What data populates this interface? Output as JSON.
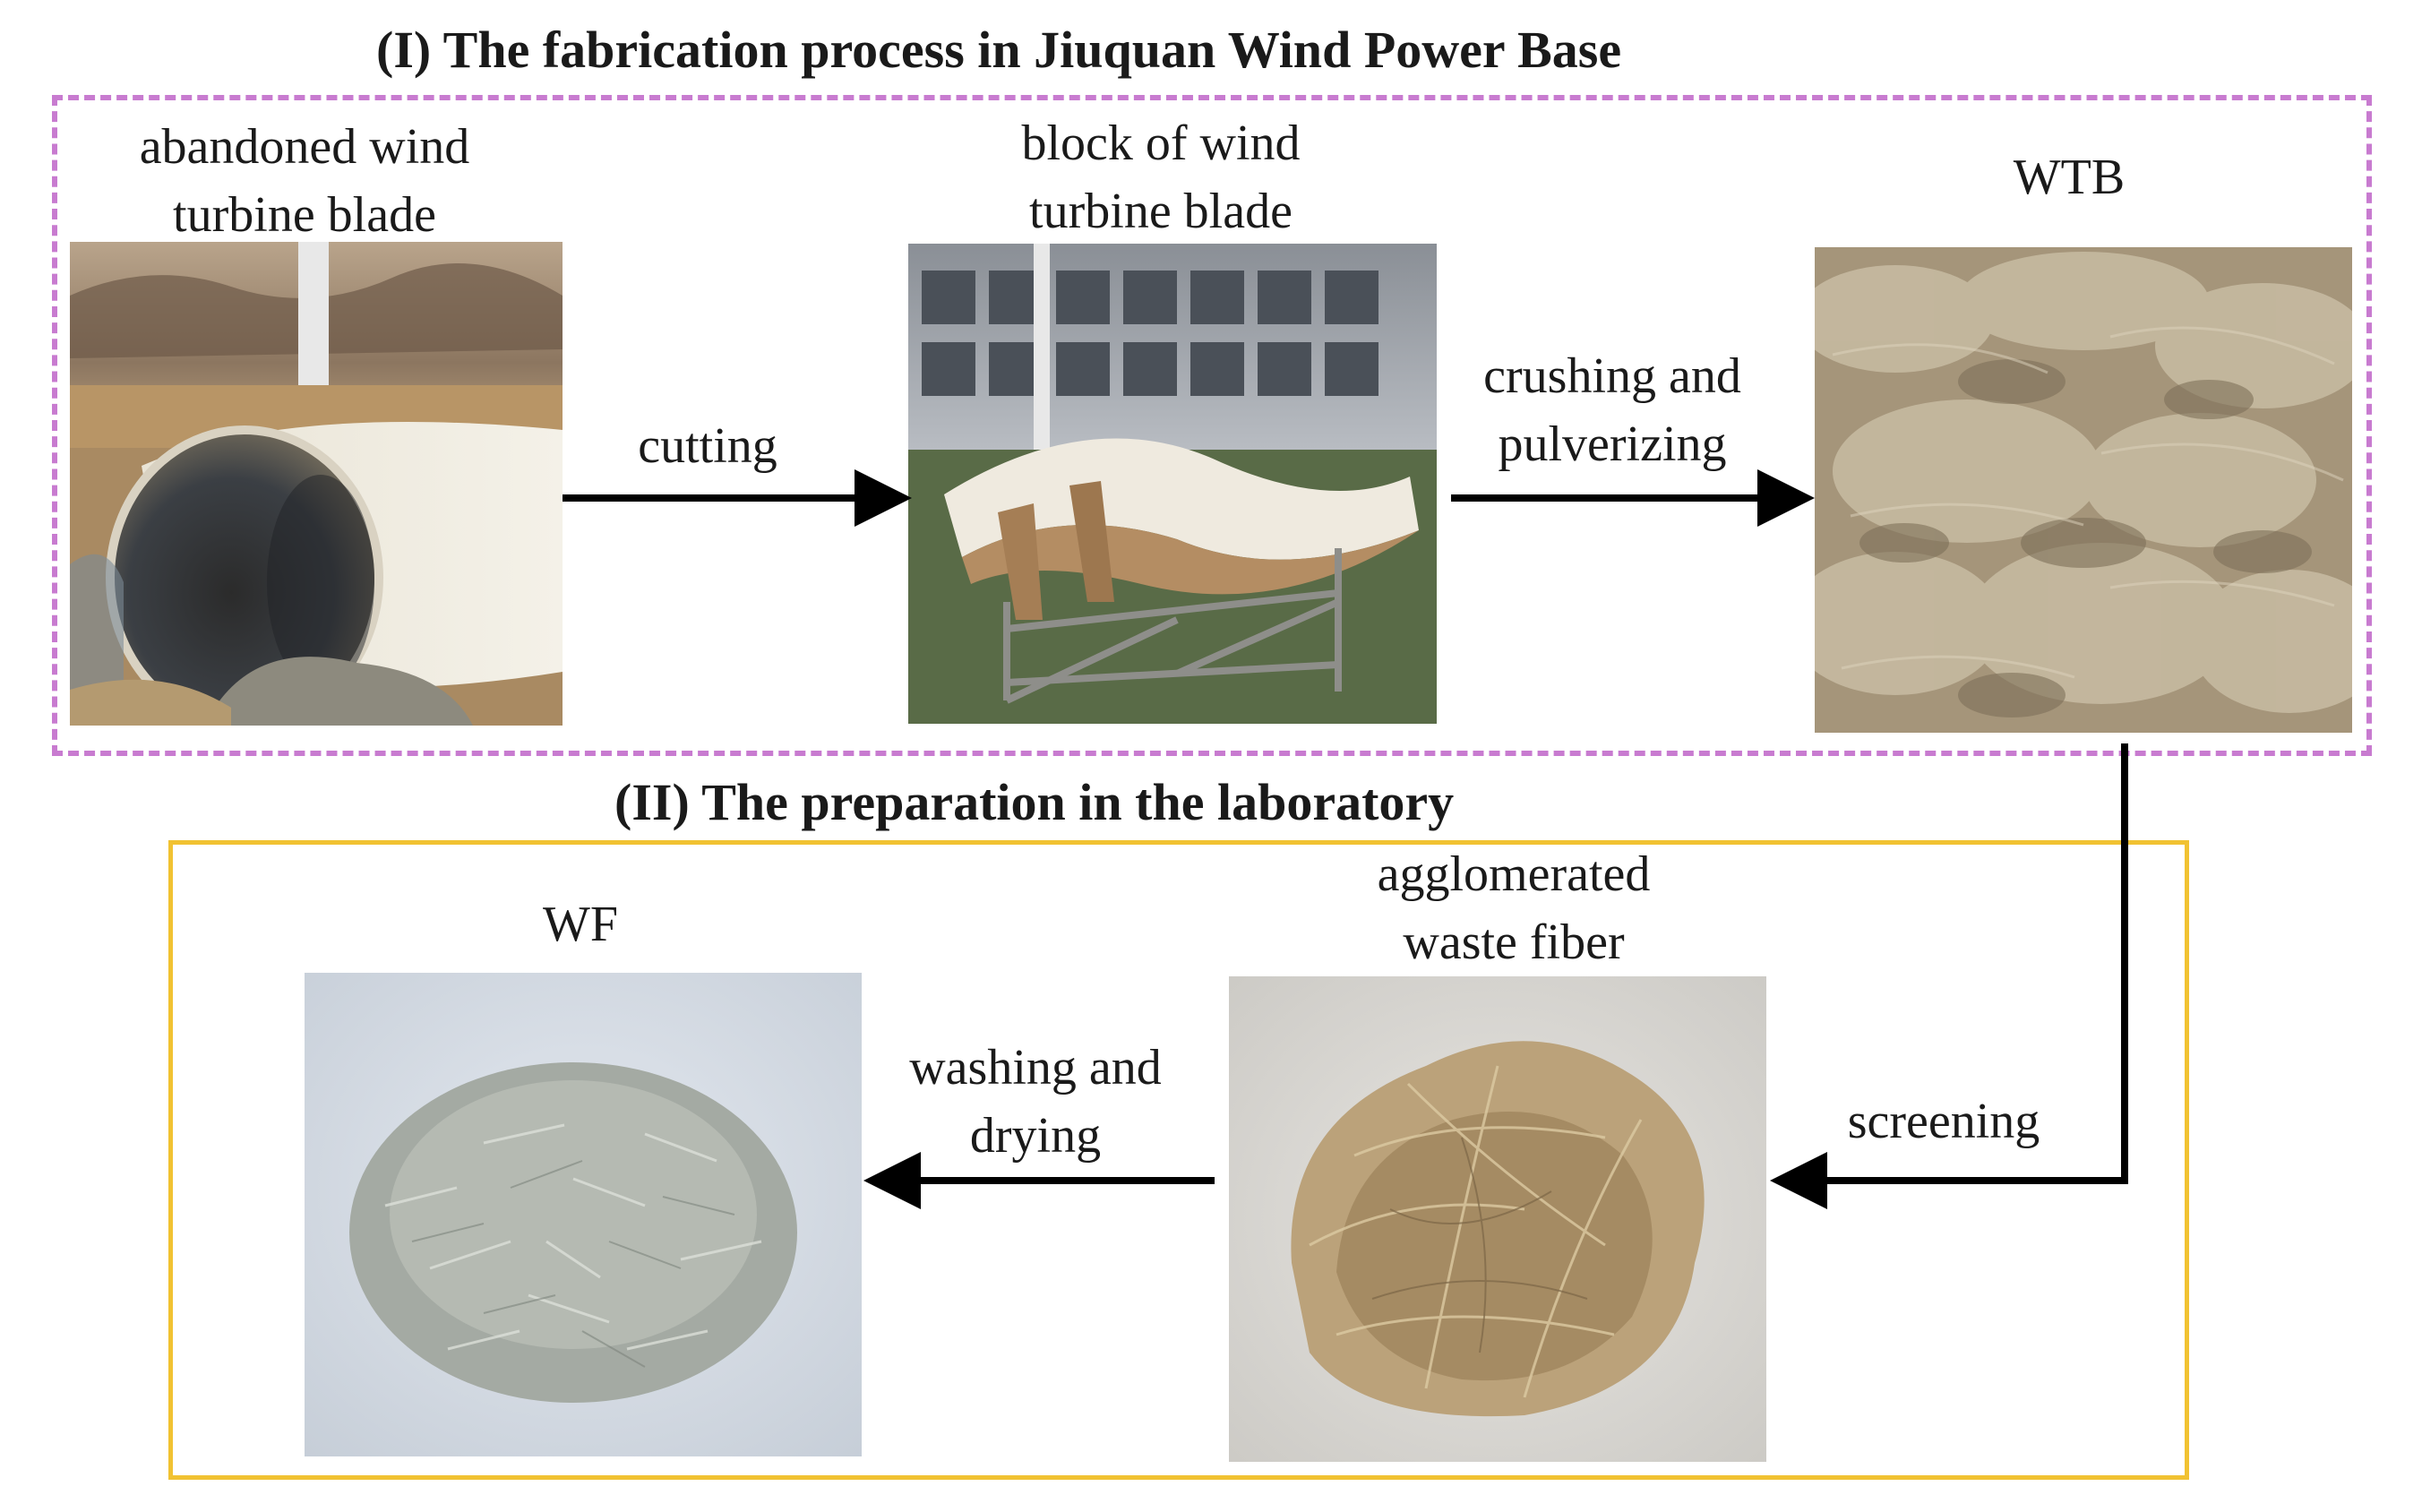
{
  "section_1": {
    "title": "(I) The fabrication process in Jiuquan Wind Power Base",
    "border_color": "#c87bd0",
    "steps": [
      {
        "label_line1": "abandoned wind",
        "label_line2": "turbine blade"
      },
      {
        "label_line1": "block of wind",
        "label_line2": "turbine blade"
      },
      {
        "label_line1": "WTB"
      }
    ],
    "arrows": [
      {
        "label_line1": "cutting"
      },
      {
        "label_line1": "crushing and",
        "label_line2": "pulverizing"
      }
    ]
  },
  "section_2": {
    "title": "(II) The preparation in the laboratory",
    "border_color": "#f1c232",
    "steps": [
      {
        "label_line1": "agglomerated",
        "label_line2": "waste fiber"
      },
      {
        "label_line1": "WF"
      }
    ],
    "arrows": [
      {
        "label_line1": "screening"
      },
      {
        "label_line1": "washing and",
        "label_line2": "drying"
      }
    ]
  }
}
